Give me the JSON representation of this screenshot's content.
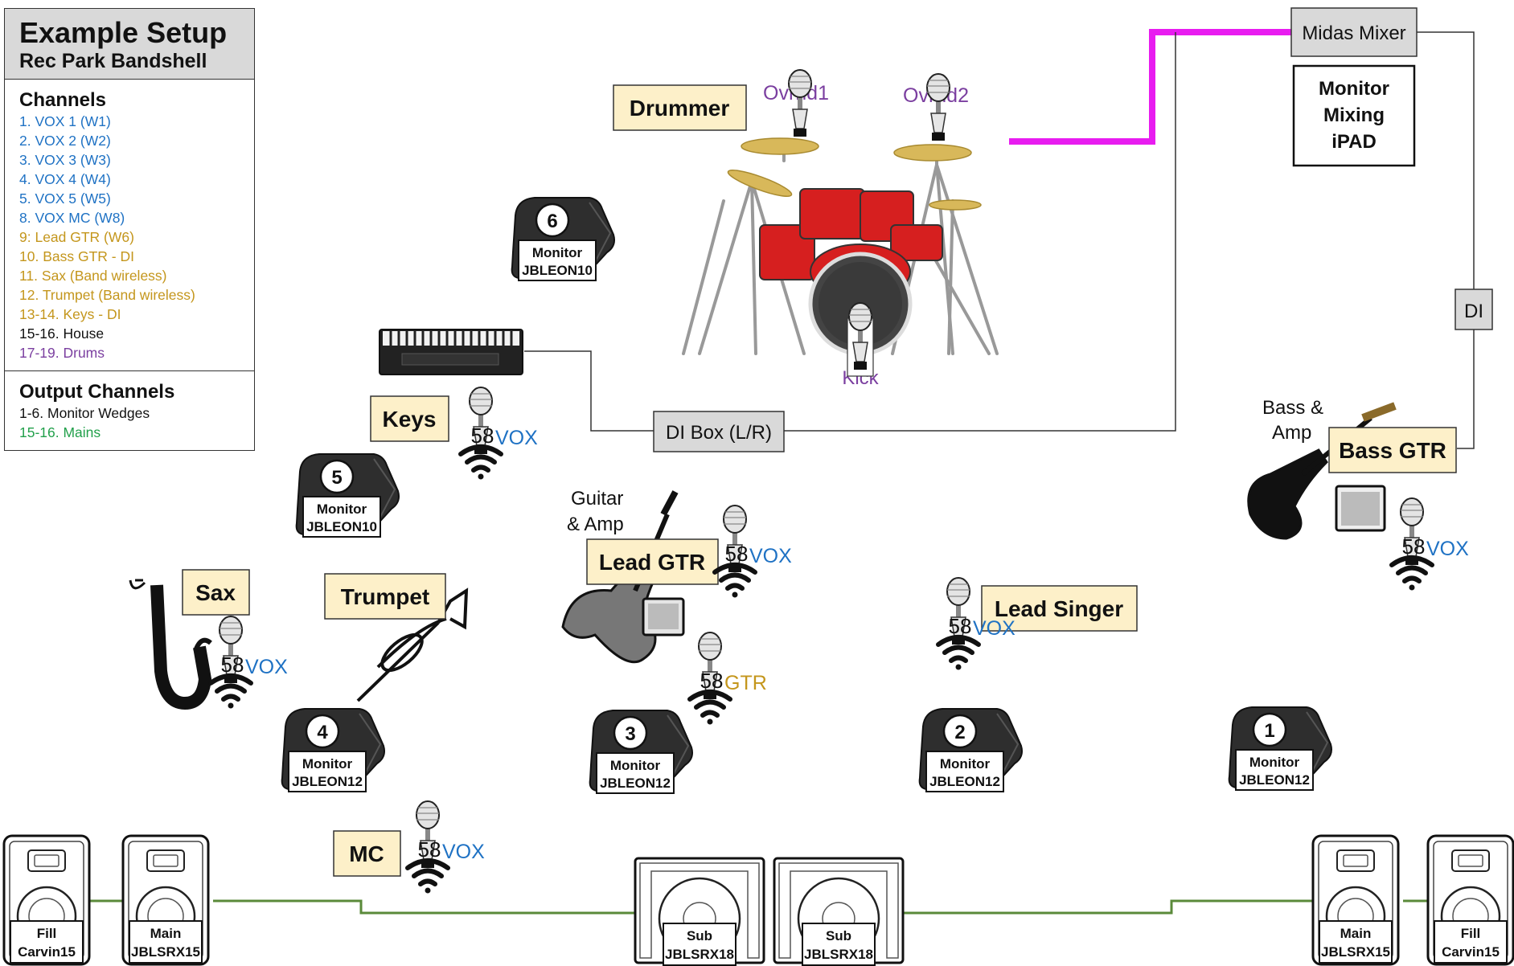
{
  "legend": {
    "title": "Example Setup",
    "subtitle": "Rec Park Bandshell",
    "channels_heading": "Channels",
    "channels": [
      {
        "label": "1.   VOX 1 (W1)",
        "color": "#1f72c4"
      },
      {
        "label": "2.   VOX 2 (W2)",
        "color": "#1f72c4"
      },
      {
        "label": "3.   VOX 3 (W3)",
        "color": "#1f72c4"
      },
      {
        "label": "4.   VOX 4 (W4)",
        "color": "#1f72c4"
      },
      {
        "label": "5.   VOX 5 (W5)",
        "color": "#1f72c4"
      },
      {
        "label": "8.   VOX MC (W8)",
        "color": "#1f72c4"
      },
      {
        "label": "9:   Lead GTR (W6)",
        "color": "#c4961c"
      },
      {
        "label": "10.  Bass GTR - DI",
        "color": "#c4961c"
      },
      {
        "label": "11.  Sax (Band wireless)",
        "color": "#c4961c"
      },
      {
        "label": "12.  Trumpet (Band wireless)",
        "color": "#c4961c"
      },
      {
        "label": "13-14. Keys - DI",
        "color": "#c4961c"
      },
      {
        "label": "15-16. House",
        "color": "#111111"
      },
      {
        "label": "17-19. Drums",
        "color": "#7b3fa0"
      }
    ],
    "outputs_heading": "Output Channels",
    "outputs": [
      {
        "label": "1-6.  Monitor Wedges",
        "color": "#111111"
      },
      {
        "label": "15-16. Mains",
        "color": "#22a04b"
      }
    ]
  },
  "mixer": {
    "label": "Midas Mixer",
    "ipad": [
      "Monitor",
      "Mixing",
      "iPAD"
    ]
  },
  "di_labels": {
    "vertical": "DI",
    "box": "DI Box (L/R)"
  },
  "performers": {
    "drummer": "Drummer",
    "keys": "Keys",
    "sax": "Sax",
    "trumpet": "Trumpet",
    "lead_gtr": "Lead GTR",
    "lead_singer": "Lead Singer",
    "bass_gtr": "Bass GTR",
    "mc": "MC"
  },
  "drum_mics": {
    "ovrhd1": "Ovrhd1",
    "ovrhd2": "Ovrhd2",
    "kick": "Kick"
  },
  "captions": {
    "guitar_amp": [
      "Guitar",
      "& Amp"
    ],
    "bass_amp": [
      "Bass &",
      "Amp"
    ]
  },
  "mic": {
    "model": "58",
    "vox": "VOX",
    "gtr": "GTR"
  },
  "monitors": [
    {
      "num": "6",
      "line1": "Monitor",
      "line2": "JBLEON10"
    },
    {
      "num": "5",
      "line1": "Monitor",
      "line2": "JBLEON10"
    },
    {
      "num": "4",
      "line1": "Monitor",
      "line2": "JBLEON12"
    },
    {
      "num": "3",
      "line1": "Monitor",
      "line2": "JBLEON12"
    },
    {
      "num": "2",
      "line1": "Monitor",
      "line2": "JBLEON12"
    },
    {
      "num": "1",
      "line1": "Monitor",
      "line2": "JBLEON12"
    }
  ],
  "speakers": [
    {
      "line1": "Fill",
      "line2": "Carvin15"
    },
    {
      "line1": "Main",
      "line2": "JBLSRX15"
    },
    {
      "line1": "Sub",
      "line2": "JBLSRX18"
    },
    {
      "line1": "Sub",
      "line2": "JBLSRX18"
    },
    {
      "line1": "Main",
      "line2": "JBLSRX15"
    },
    {
      "line1": "Fill",
      "line2": "Carvin15"
    }
  ],
  "colors": {
    "label_fill": "#fdf0c9",
    "snake": "#e81cf0",
    "mains_line": "#5a8a3a",
    "vox_text": "#1f72c4",
    "gtr_text": "#c4961c",
    "drum_text": "#7b3fa0",
    "drum_red": "#d61f1f",
    "cymbal": "#d8b85a"
  }
}
